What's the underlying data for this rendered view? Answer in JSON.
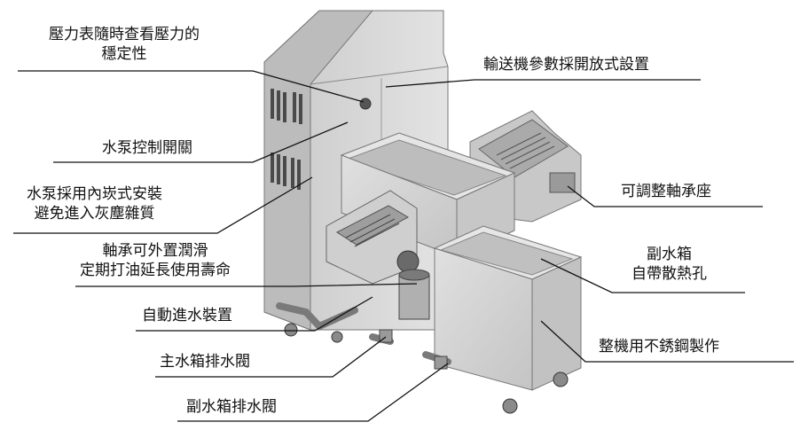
{
  "labels": {
    "pressure_gauge": [
      "壓力表隨時查看壓力的",
      "穩定性"
    ],
    "pump_control": "水泵控制開關",
    "pump_builtin": [
      "水泵採用內崁式安裝",
      "避免進入灰塵雜質"
    ],
    "bearing_external": [
      "軸承可外置潤滑",
      "定期打油延長使用壽命"
    ],
    "auto_water": "自動進水裝置",
    "main_drain": "主水箱排水閥",
    "sub_drain": "副水箱排水閥",
    "conveyor_params": "輸送機參數採開放式設置",
    "adjustable_bearing": "可調整軸承座",
    "sub_tank": [
      "副水箱",
      "自帶散熱孔"
    ],
    "stainless": "整機用不銹鋼製作"
  },
  "colors": {
    "metal_light": "#d6d6d6",
    "metal_mid": "#bdbdbd",
    "metal_dark": "#8f8f8f",
    "line": "#111111"
  }
}
